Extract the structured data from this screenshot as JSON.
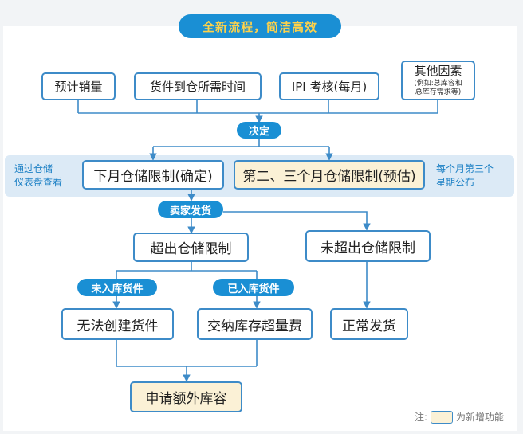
{
  "header": {
    "title": "全新流程，简洁高效"
  },
  "inputs": [
    {
      "label": "预计销量"
    },
    {
      "label": "货件到仓所需时间"
    },
    {
      "label": "IPI 考核(每月)"
    },
    {
      "label": "其他因素",
      "sub_line1": "(例如:总库容和",
      "sub_line2": "总库存需求等)"
    }
  ],
  "decision": {
    "label": "决定"
  },
  "limits": {
    "left_note_line1": "通过仓储",
    "left_note_line2": "仪表盘查看",
    "confirmed": "下月仓储限制(确定)",
    "estimated": "第二、三个月仓储限制(预估)",
    "right_note_line1": "每个月第三个",
    "right_note_line2": "星期公布"
  },
  "seller_ship": {
    "label": "卖家发货"
  },
  "outcomes": {
    "exceed": "超出仓储限制",
    "not_exceed": "未超出仓储限制"
  },
  "branches": {
    "not_received": "未入库货件",
    "received": "已入库货件"
  },
  "results": {
    "cannot_create": "无法创建货件",
    "pay_fee": "交纳库存超量费",
    "normal_ship": "正常发货"
  },
  "final": {
    "label": "申请额外库容"
  },
  "legend": {
    "prefix": "注:",
    "suffix": "为新增功能"
  },
  "colors": {
    "accent": "#1a8fd4",
    "border": "#3d8bc8",
    "new_fill": "#fbf1d6",
    "title_text": "#ffd24a",
    "band": "#dceaf6"
  }
}
